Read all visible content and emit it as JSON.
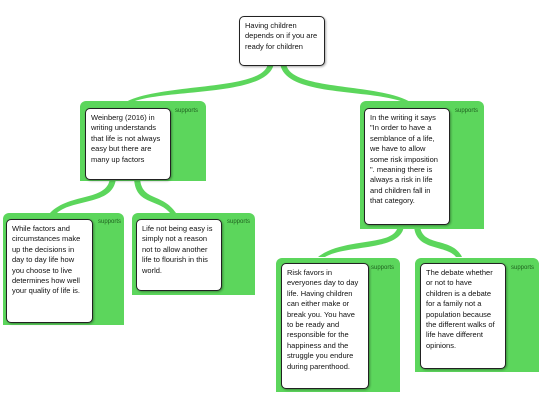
{
  "diagram": {
    "root": "Having children depends on if you are ready for children",
    "connector_color": "#5cd65c",
    "nodes": {
      "weinberg": {
        "text": "Weinberg (2016) in writing understands that life is not always easy but there are many up factors",
        "relation": "supports"
      },
      "semblance": {
        "text": "In the writing it says \"In order to have a semblance of a life, we have to allow some risk imposition \". meaning there is always a risk in life and children fall in that category.",
        "relation": "supports"
      },
      "factors": {
        "text": "While factors and circumstances make up the decisions in day to day life how you choose to live determines how well your quality of life is.",
        "relation": "supports"
      },
      "not_easy": {
        "text": "Life not being easy is simply not a reason not to allow another life to flourish in this world.",
        "relation": "supports"
      },
      "risk_favors": {
        "text": "Risk  favors in everyones day to day life. Having children can either make or break you. You have to be ready and responsible for the happiness and the struggle you endure during parenthood.",
        "relation": "supports"
      },
      "debate": {
        "text": "The debate whether or not to have children is a debate for a family not a population because the different walks of life have different opinions.",
        "relation": "supports"
      }
    }
  }
}
